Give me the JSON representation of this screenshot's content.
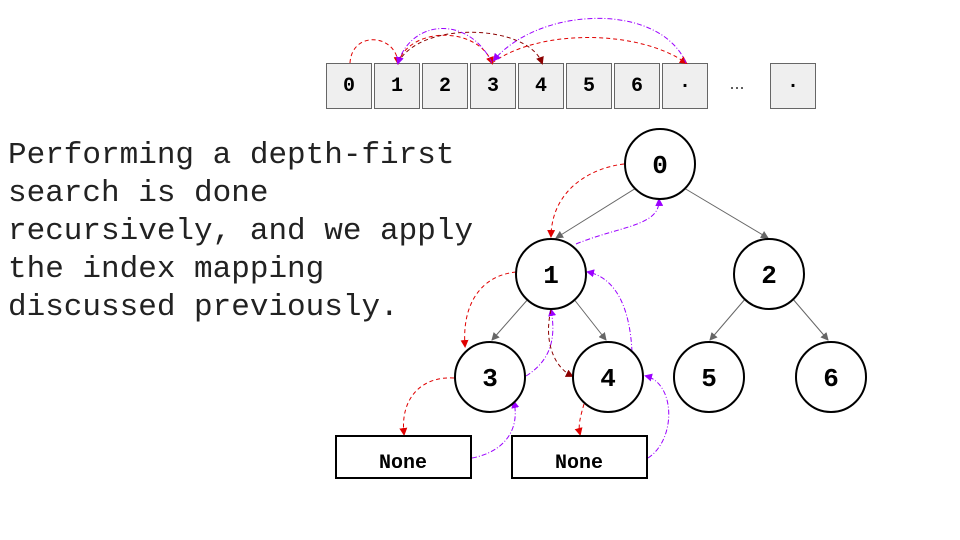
{
  "array": {
    "cells": [
      "0",
      "1",
      "2",
      "3",
      "4",
      "5",
      "6",
      "·"
    ],
    "ellipsis": "...",
    "last_cell": "·"
  },
  "description": "Performing a depth-first\nsearch is done\nrecursively, and we apply\nthe index mapping\ndiscussed previously.",
  "tree": {
    "nodes": [
      "0",
      "1",
      "2",
      "3",
      "4",
      "5",
      "6"
    ],
    "none_label": "None"
  },
  "colors": {
    "descend_arrow": "#e00000",
    "return_arrow": "#9b00ff",
    "edge": "#666666"
  }
}
